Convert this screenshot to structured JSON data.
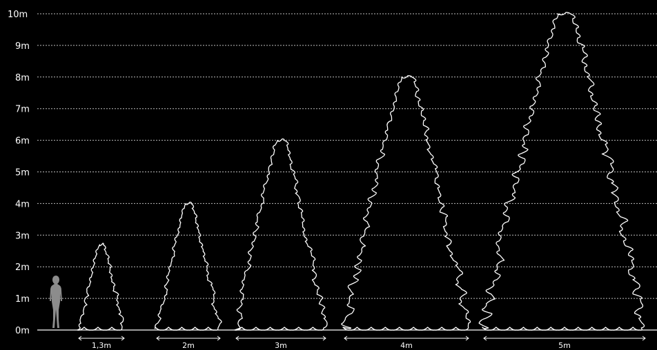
{
  "y_axis": {
    "unit": "m",
    "ticks": [
      "0m",
      "1m",
      "2m",
      "3m",
      "4m",
      "5m",
      "6m",
      "7m",
      "8m",
      "9m",
      "10m"
    ]
  },
  "colors": {
    "background": "#000000",
    "outline": "#ffffff",
    "grid": "#bfbfbf",
    "person": "#8c8c8c"
  },
  "person": {
    "icon": "person-silhouette-icon",
    "height_m": 1.7
  },
  "trees": [
    {
      "height_m": 2.7,
      "width_label": "1,3m",
      "width_m": 1.3
    },
    {
      "height_m": 4.0,
      "width_label": "2m",
      "width_m": 2
    },
    {
      "height_m": 6.0,
      "width_label": "3m",
      "width_m": 3
    },
    {
      "height_m": 8.0,
      "width_label": "4m",
      "width_m": 4
    },
    {
      "height_m": 10.0,
      "width_label": "5m",
      "width_m": 5
    }
  ]
}
